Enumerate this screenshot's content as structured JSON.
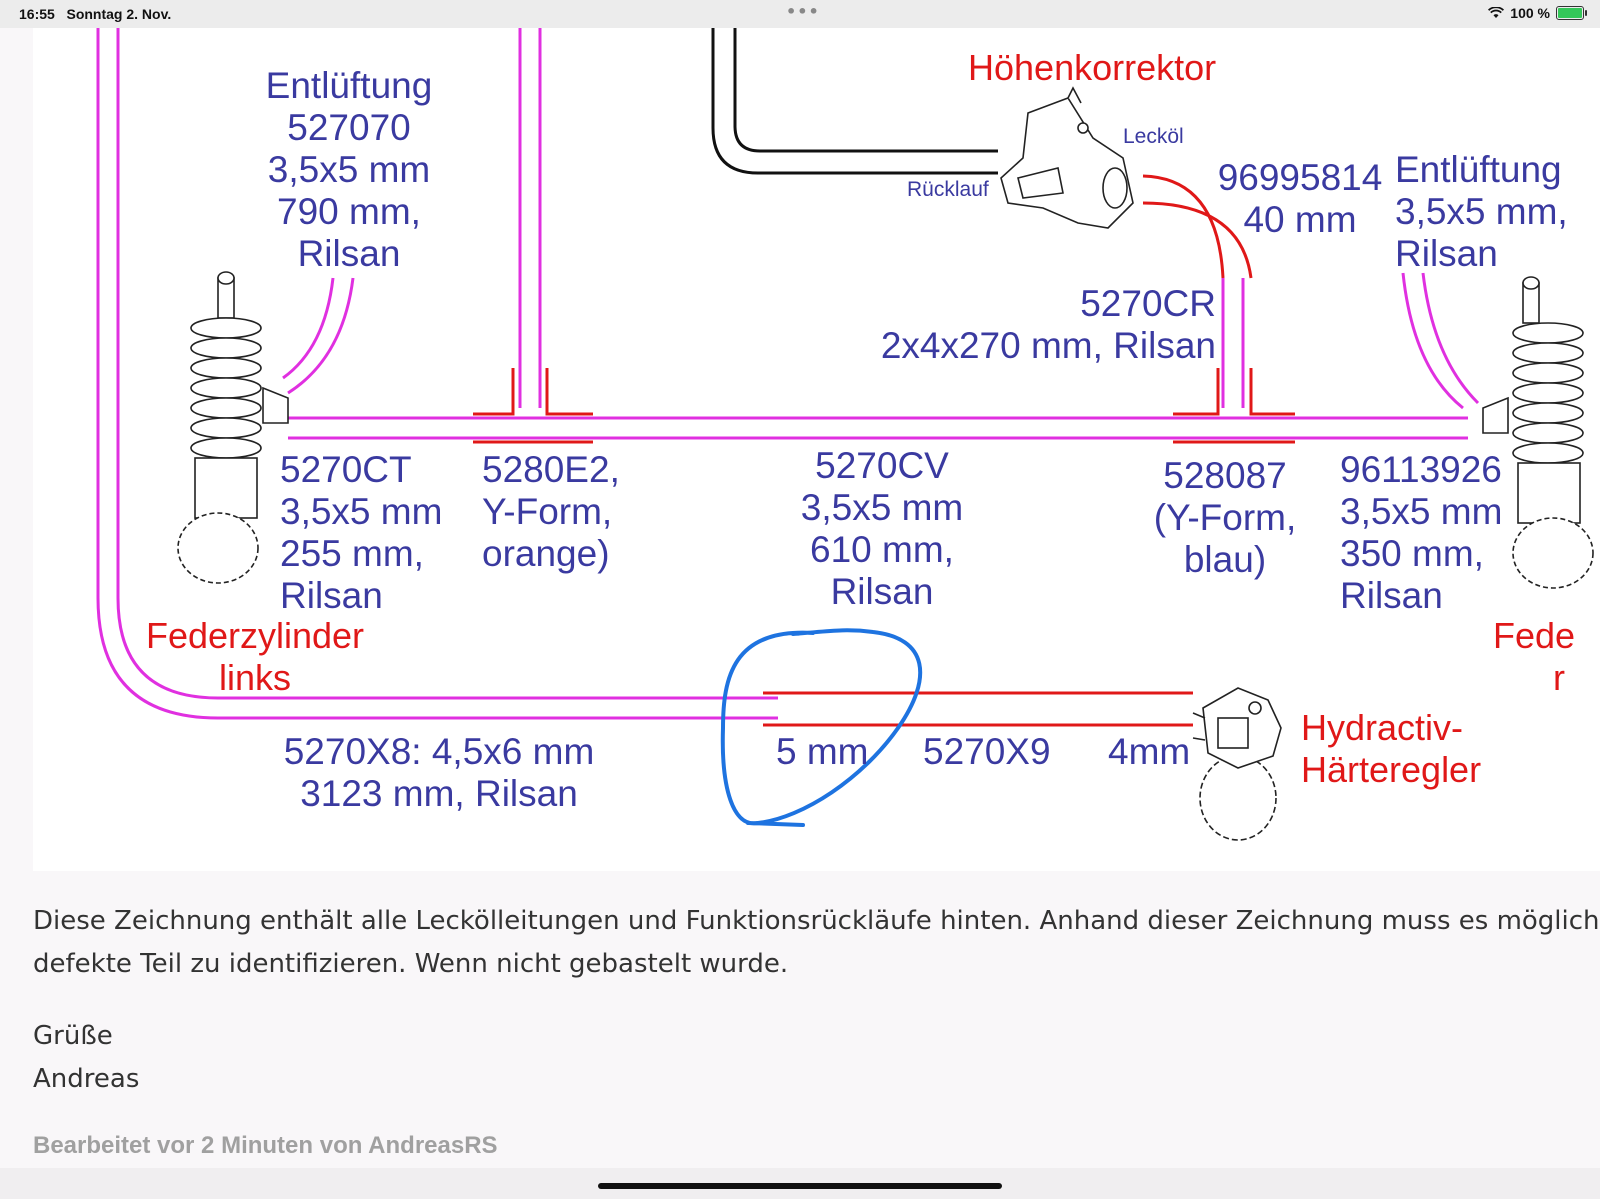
{
  "status_bar": {
    "time": "16:55",
    "date": "Sonntag 2. Nov.",
    "more": "•••",
    "battery": "100 %",
    "battery_level": 1.0,
    "wifi_icon": "wifi-icon",
    "battery_icon": "battery-charging-icon"
  },
  "diagram": {
    "labels": {
      "entl_left": [
        "Entlüftung",
        "527070",
        "3,5x5 mm",
        "790 mm,",
        "Rilsan"
      ],
      "hoehen": "Höhenkorrektor",
      "leckoel": "Lecköl",
      "ruecklauf": "Rücklauf",
      "part_9699": [
        "96995814",
        "40 mm"
      ],
      "entl_right": [
        "Entlüftung",
        "3,5x5 mm,",
        "Rilsan"
      ],
      "cr": [
        "5270CR",
        "2x4x270 mm, Rilsan"
      ],
      "ct": [
        "5270CT",
        "3,5x5 mm",
        "255 mm,",
        "Rilsan"
      ],
      "e2": [
        "5280E2,",
        "Y-Form,",
        "orange)"
      ],
      "cv": [
        "5270CV",
        "3,5x5 mm",
        "610 mm,",
        "Rilsan"
      ],
      "p528087": [
        "528087",
        "(Y-Form,",
        "blau)"
      ],
      "p9611": [
        "96113926",
        "3,5x5 mm",
        "350 mm,",
        "Rilsan"
      ],
      "feder_left": [
        "Federzylinder",
        "links"
      ],
      "feder_right": [
        "Fede",
        "r"
      ],
      "x8": [
        "5270X8: 4,5x6 mm",
        "3123 mm, Rilsan"
      ],
      "mm5": "5 mm",
      "x9": "5270X9",
      "mm4": "4mm",
      "hydractiv": [
        "Hydractiv-",
        "Härteregler"
      ]
    },
    "colors": {
      "blue_text": "#3a3aa0",
      "red_text": "#e01818",
      "magenta": "#e030e0",
      "red_line": "#e01818",
      "annotation": "#1e73e0"
    }
  },
  "post": {
    "line1": "Diese Zeichnung enthält alle Leckölleitungen und Funktionsrückläufe hinten. Anhand dieser Zeichnung muss es möglich",
    "line2": "defekte Teil zu identifizieren. Wenn nicht gebastelt wurde.",
    "greeting": "Grüße",
    "signature": "Andreas",
    "edited": "Bearbeitet vor 2 Minuten von AndreasRS"
  }
}
